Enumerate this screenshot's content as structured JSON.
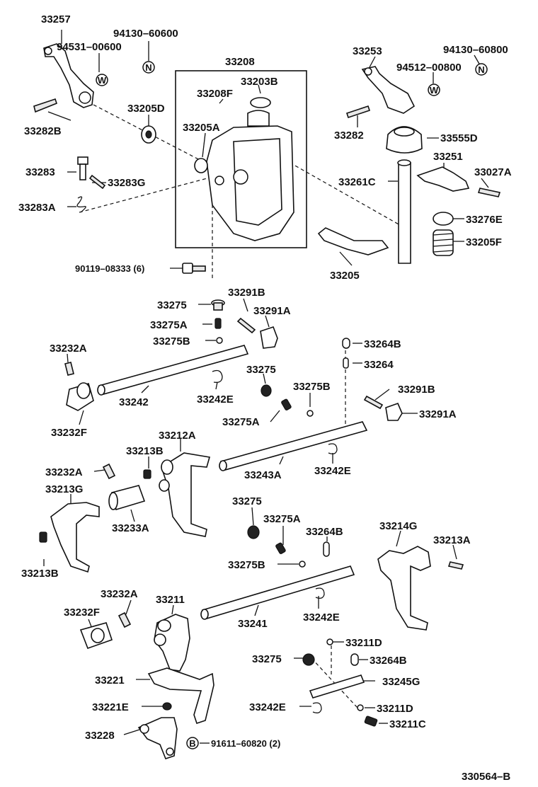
{
  "labels": {
    "p33257": "33257",
    "p94130_60600": "94130–60600",
    "p94531_00600": "94531–00600",
    "p33208": "33208",
    "p33253": "33253",
    "p94130_60800": "94130–60800",
    "p94512_00800": "94512–00800",
    "p33208F": "33208F",
    "p33203B": "33203B",
    "p33205D": "33205D",
    "p33205A": "33205A",
    "p33282B": "33282B",
    "p33282": "33282",
    "p33555D": "33555D",
    "p33251": "33251",
    "p33027A": "33027A",
    "p33283": "33283",
    "p33283G": "33283G",
    "p33283A": "33283A",
    "p33261C": "33261C",
    "p33276E": "33276E",
    "p33205F": "33205F",
    "p33205": "33205",
    "p90119": "90119–08333 (6)",
    "p33275_1": "33275",
    "p33291B_1": "33291B",
    "p33275A_1": "33275A",
    "p33291A_1": "33291A",
    "p33275B_1": "33275B",
    "p33232A_1": "33232A",
    "p33264B_1": "33264B",
    "p33264": "33264",
    "p33242": "33242",
    "p33242E_1": "33242E",
    "p33275_2": "33275",
    "p33275B_2": "33275B",
    "p33291B_2": "33291B",
    "p33275A_2": "33275A",
    "p33291A_2": "33291A",
    "p33232F_1": "33232F",
    "p33212A": "33212A",
    "p33213B_1": "33213B",
    "p33243A": "33243A",
    "p33242E_2": "33242E",
    "p33232A_2": "33232A",
    "p33213G": "33213G",
    "p33233A": "33233A",
    "p33275_3": "33275",
    "p33275A_3": "33275A",
    "p33264B_2": "33264B",
    "p33214G": "33214G",
    "p33213A": "33213A",
    "p33275B_3": "33275B",
    "p33213B_2": "33213B",
    "p33232A_3": "33232A",
    "p33211": "33211",
    "p33241": "33241",
    "p33242E_3": "33242E",
    "p33232F_2": "33232F",
    "p33211D_1": "33211D",
    "p33275_4": "33275",
    "p33264B_3": "33264B",
    "p33221": "33221",
    "p33245G": "33245G",
    "p33221E": "33221E",
    "p33242E_4": "33242E",
    "p33211D_2": "33211D",
    "p33228": "33228",
    "p33211C": "33211C",
    "p91611": "91611–60820 (2)",
    "drawing_no": "330564–B"
  },
  "symbols": {
    "n": "N",
    "w": "W",
    "b": "B"
  }
}
